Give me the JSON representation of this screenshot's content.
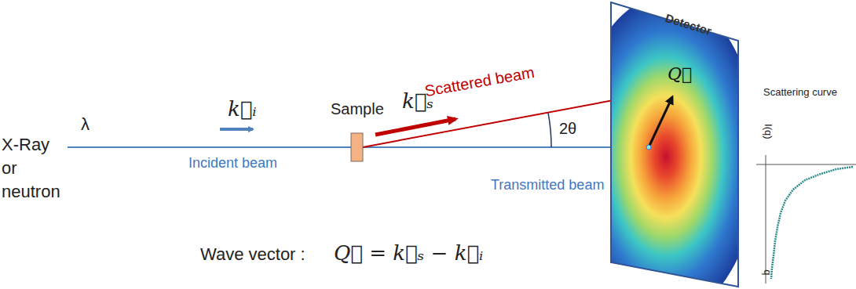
{
  "diagram": {
    "nodes": [
      {
        "text": [
          "Sample"
        ]
      },
      {
        "text": [
          "Detector"
        ]
      }
    ],
    "labels": [
      "X-Ray or neutron",
      "λ",
      "k⃗ᵢ",
      "Incident beam",
      "k⃗ₛ",
      "Scattered beam",
      "2θ",
      "Transmitted beam",
      "Q⃗",
      "Scattering curve",
      "I(q)",
      "q",
      "Wave vector :",
      "Q⃗ = k⃗ₛ − k⃗ᵢ"
    ]
  }
}
